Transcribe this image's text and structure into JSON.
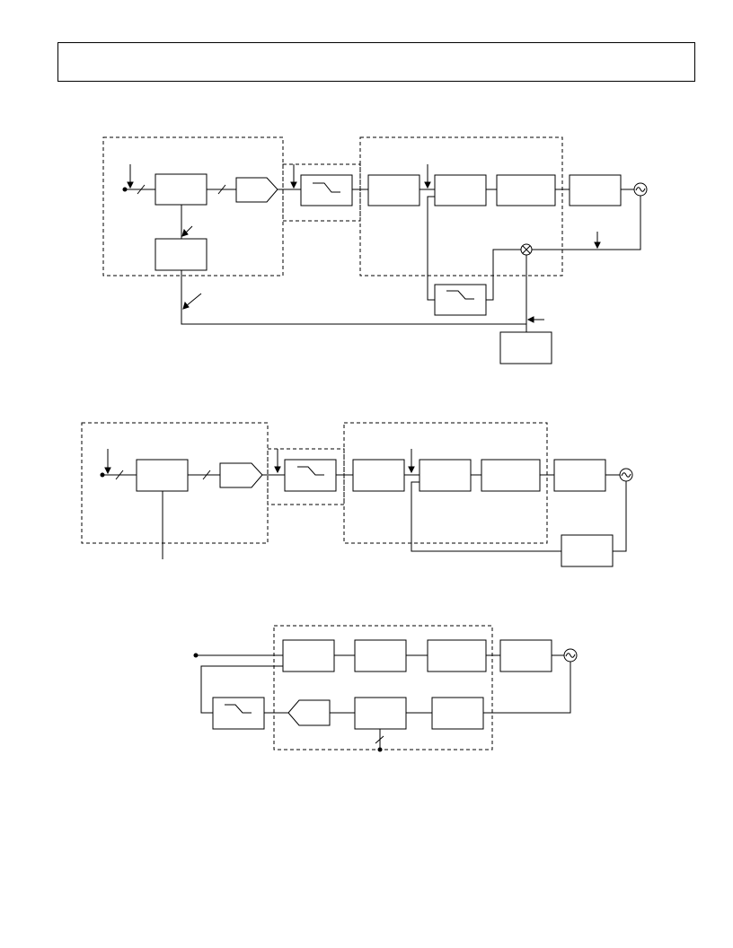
{
  "page": {
    "header": {
      "text": ""
    }
  },
  "colors": {
    "stroke": "#000000",
    "background": "#ffffff"
  },
  "diagrams": [
    {
      "id": "diagram-1",
      "blocks": [
        "",
        "",
        "",
        "",
        "",
        "",
        "",
        "",
        ""
      ],
      "symbols": [
        "lowpass-filter-icon",
        "lowpass-filter-icon",
        "dac-amplifier-icon",
        "mixer-icon",
        "sine-source-icon"
      ]
    },
    {
      "id": "diagram-2",
      "blocks": [
        "",
        "",
        "",
        "",
        "",
        "",
        "",
        ""
      ],
      "symbols": [
        "lowpass-filter-icon",
        "dac-amplifier-icon",
        "sine-source-icon"
      ]
    },
    {
      "id": "diagram-3",
      "blocks": [
        "",
        "",
        "",
        "",
        "",
        "",
        "",
        ""
      ],
      "symbols": [
        "lowpass-filter-icon",
        "adc-amplifier-icon",
        "sine-source-icon"
      ]
    }
  ]
}
